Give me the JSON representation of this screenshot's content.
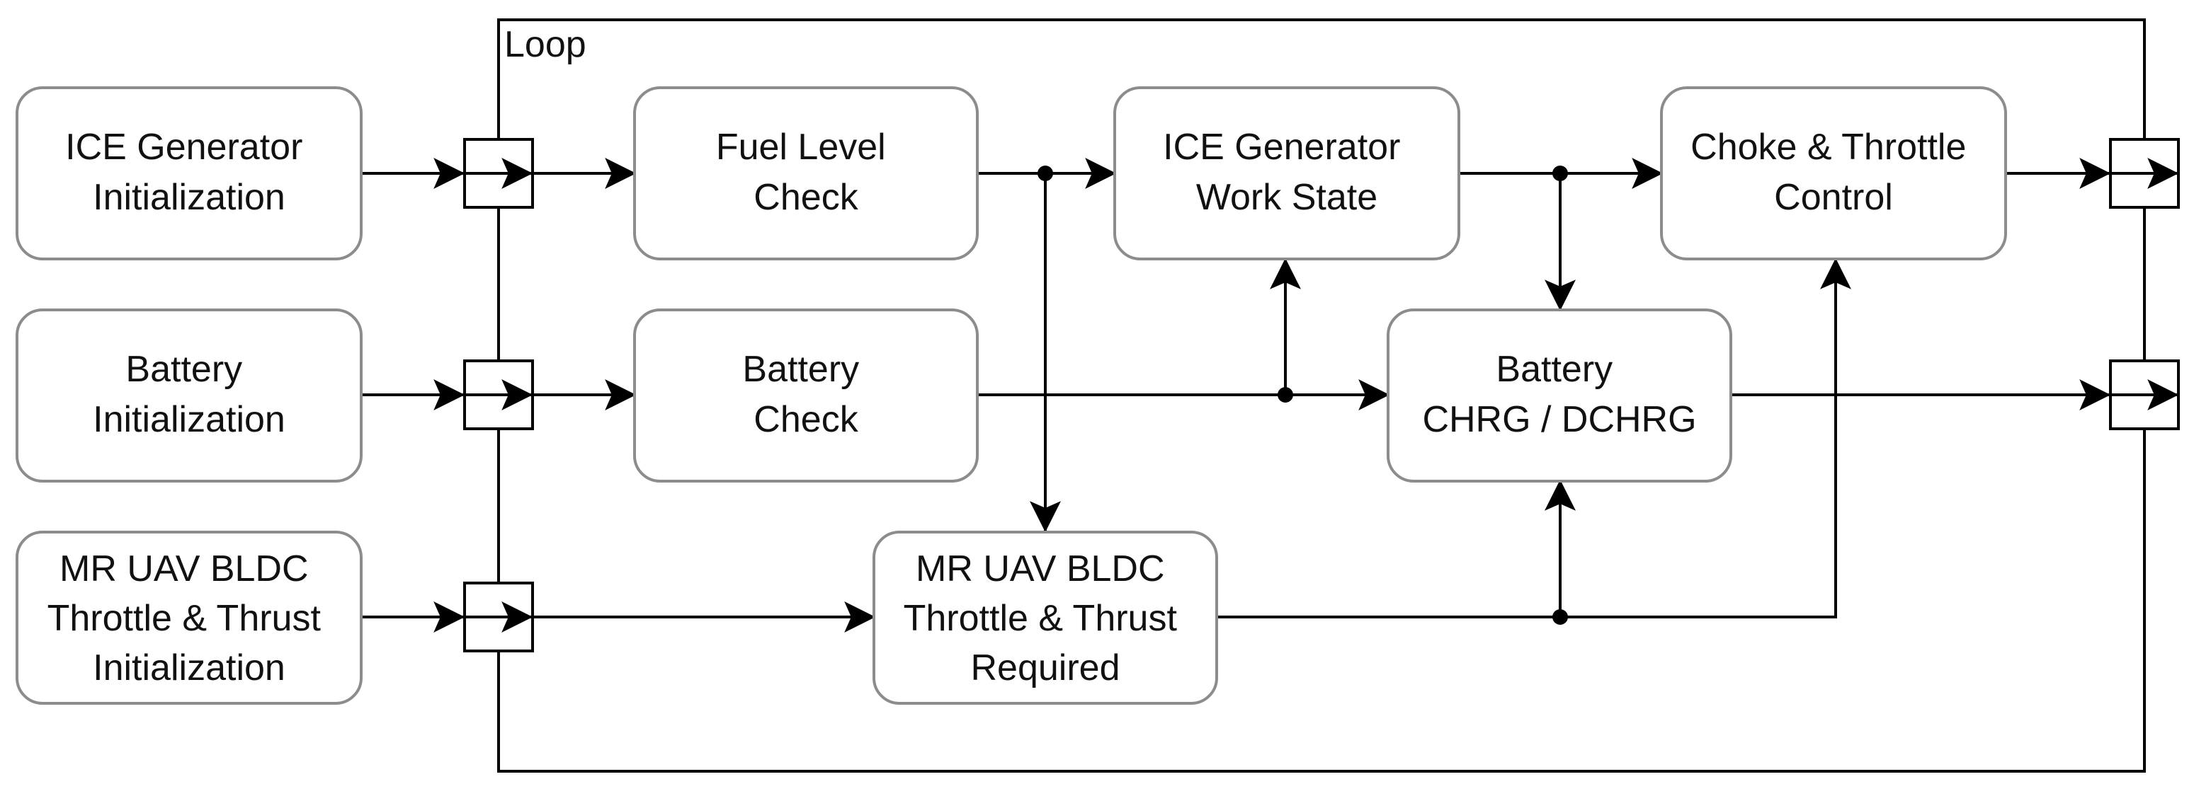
{
  "loop": {
    "label": "Loop"
  },
  "nodes": [
    {
      "id": "ice-init",
      "lines": [
        "ICE Generator",
        "Initialization"
      ]
    },
    {
      "id": "battery-init",
      "lines": [
        "Battery",
        "Initialization"
      ]
    },
    {
      "id": "bldc-init",
      "lines": [
        "MR UAV BLDC",
        "Throttle & Thrust",
        "Initialization"
      ]
    },
    {
      "id": "fuel-check",
      "lines": [
        "Fuel Level",
        "Check"
      ]
    },
    {
      "id": "battery-check",
      "lines": [
        "Battery",
        "Check"
      ]
    },
    {
      "id": "ice-work",
      "lines": [
        "ICE Generator",
        "Work State"
      ]
    },
    {
      "id": "battery-chrg",
      "lines": [
        "Battery",
        "CHRG / DCHRG"
      ]
    },
    {
      "id": "choke-throttle",
      "lines": [
        "Choke & Throttle",
        "Control"
      ]
    },
    {
      "id": "bldc-required",
      "lines": [
        "MR UAV BLDC",
        "Throttle & Thrust",
        "Required"
      ]
    }
  ],
  "colors": {
    "line": "#000000",
    "node_border": "#8c8c8c",
    "text": "#111111",
    "background": "#ffffff"
  }
}
